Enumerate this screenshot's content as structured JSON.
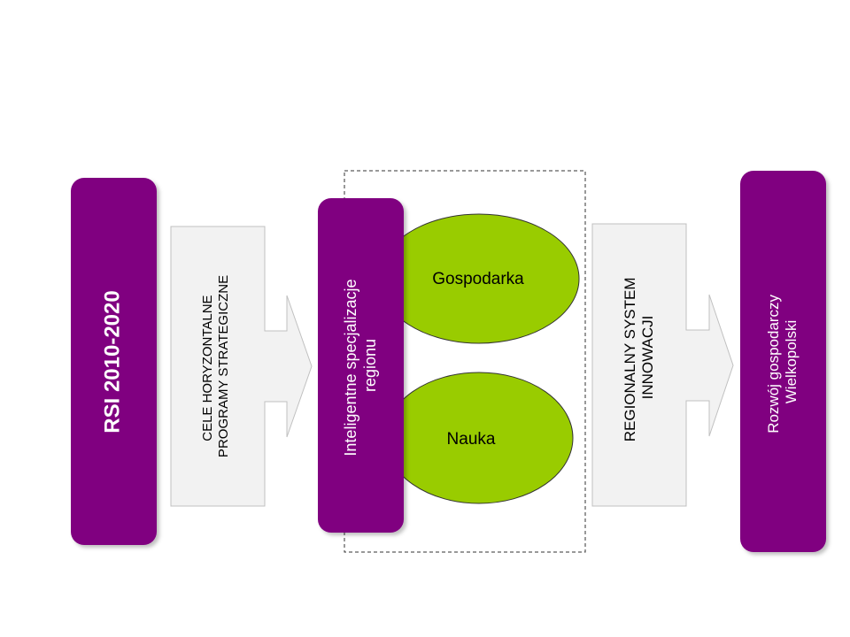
{
  "colors": {
    "purple": "#800080",
    "green": "#99cc00",
    "arrow_fill": "#f2f2f2",
    "arrow_stroke": "#c0c0c0",
    "dash": "#333333"
  },
  "left_box": {
    "label": "RSI 2010-2020"
  },
  "arrow_1": {
    "line1": "CELE HORYZONTALNE",
    "line2": "PROGRAMY STRATEGICZNE"
  },
  "center_box": {
    "line1": "Inteligentne specjalizacje",
    "line2": "regionu"
  },
  "ellipse_top": {
    "label": "Gospodarka"
  },
  "ellipse_bottom": {
    "label": "Nauka"
  },
  "arrow_2": {
    "line1": "REGIONALNY SYSTEM",
    "line2": "INNOWACJI"
  },
  "right_box": {
    "line1": "Rozwój gospodarczy",
    "line2": "Wielkopolski"
  }
}
